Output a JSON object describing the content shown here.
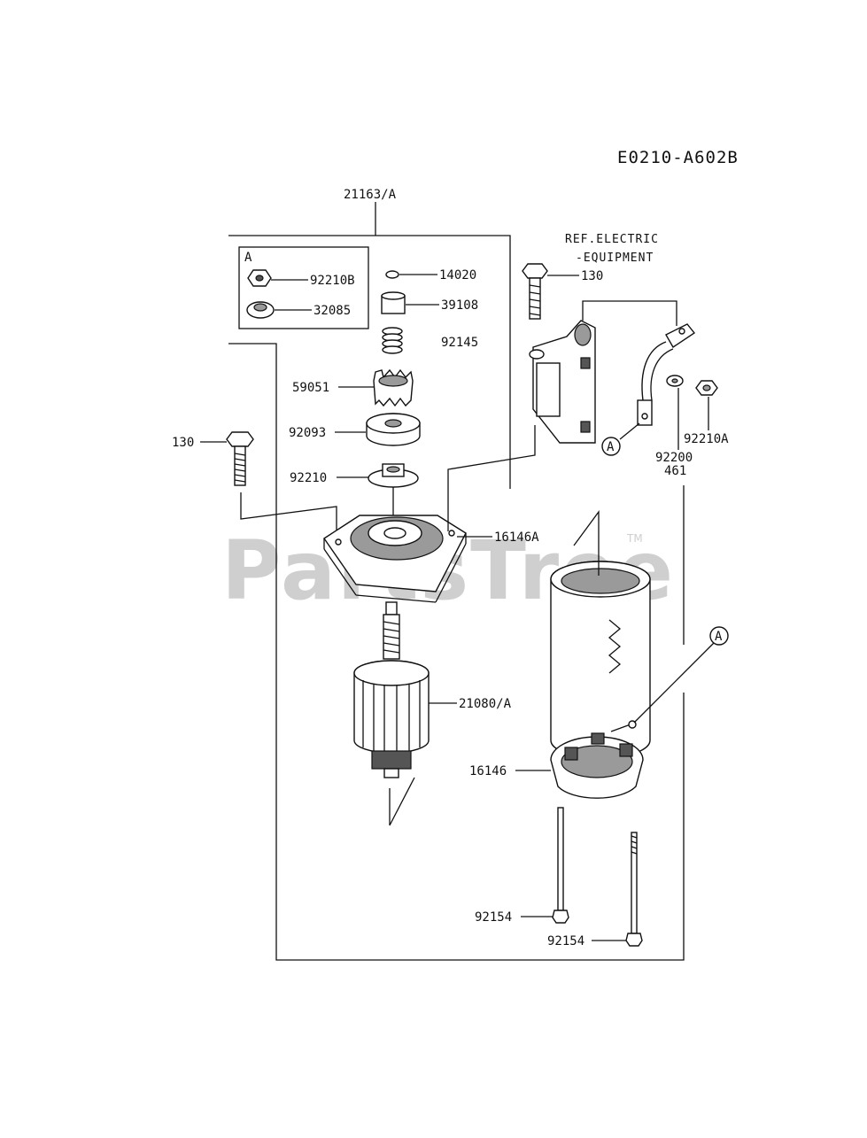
{
  "diagram": {
    "code": "E0210-A602B",
    "watermark": "PartsTree",
    "trademark": "TM",
    "ref_note": [
      "REF.ELECTRIC",
      "-EQUIPMENT"
    ],
    "kit_box_title": "A",
    "callout_marker": "A"
  },
  "labels": {
    "assembly": "21163/A",
    "nut_a": "92210B",
    "washer_a": "32085",
    "ring": "14020",
    "collar": "39108",
    "spring": "92145",
    "pinion": "59051",
    "cushion": "92093",
    "nut_pinion": "92210",
    "bolt_left": "130",
    "bolt_top": "130",
    "cover_front": "16146A",
    "armature": "21080/A",
    "brush_holder": "16146",
    "through_bolt_a": "92154",
    "through_bolt_b": "92154",
    "nut_terminal": "92210A",
    "washer_terminal": "92200",
    "washer_terminal_b": "461"
  }
}
